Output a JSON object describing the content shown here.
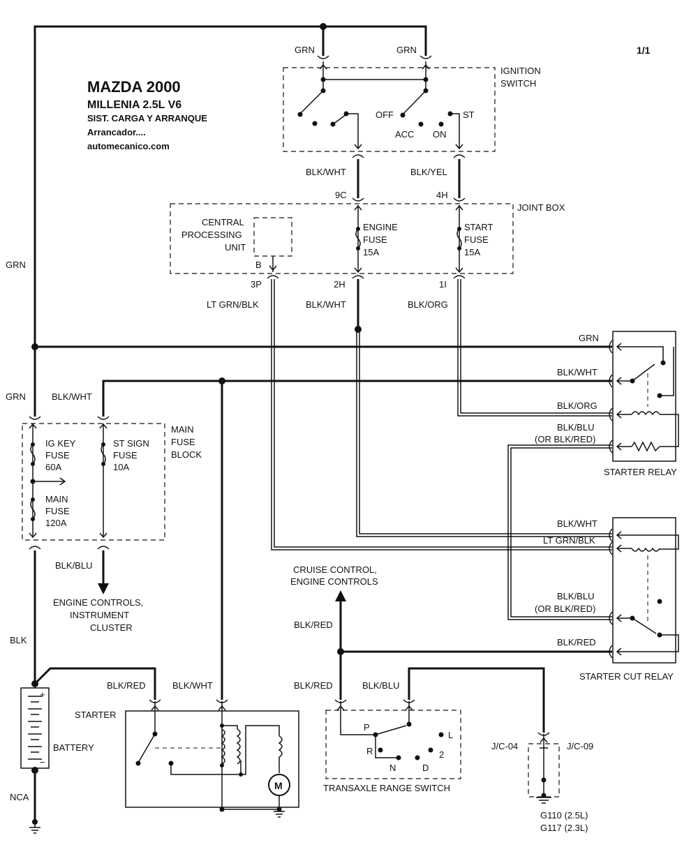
{
  "header": {
    "page": "1/1",
    "title": "MAZDA 2000",
    "model": "MILLENIA  2.5L  V6",
    "system": "SIST. CARGA Y ARRANQUE",
    "subtitle": "Arrancador....",
    "site": "automecanico.com"
  },
  "ignition_switch": {
    "name": "IGNITION",
    "name2": "SWITCH",
    "pos_off": "OFF",
    "pos_acc": "ACC",
    "pos_on": "ON",
    "pos_st": "ST",
    "wire_in_left": "GRN",
    "wire_in_right": "GRN",
    "wire_out_left": "BLK/WHT",
    "wire_out_right": "BLK/YEL"
  },
  "joint_box": {
    "name": "JOINT BOX",
    "cpu_l1": "CENTRAL",
    "cpu_l2": "PROCESSING",
    "cpu_l3": "UNIT",
    "cpu_pin": "B",
    "engine_fuse_l1": "ENGINE",
    "engine_fuse_l2": "FUSE",
    "engine_fuse_l3": "15A",
    "start_fuse_l1": "START",
    "start_fuse_l2": "FUSE",
    "start_fuse_l3": "15A",
    "pin_9c": "9C",
    "pin_4h": "4H",
    "pin_3p": "3P",
    "pin_2h": "2H",
    "pin_1i": "1I",
    "wire_3p": "LT GRN/BLK",
    "wire_2h": "BLK/WHT",
    "wire_1i": "BLK/ORG"
  },
  "main_fuse_block": {
    "name_l1": "MAIN",
    "name_l2": "FUSE",
    "name_l3": "BLOCK",
    "igkey_l1": "IG KEY",
    "igkey_l2": "FUSE",
    "igkey_l3": "60A",
    "main_l1": "MAIN",
    "main_l2": "FUSE",
    "main_l3": "120A",
    "stsign_l1": "ST SIGN",
    "stsign_l2": "FUSE",
    "stsign_l3": "10A",
    "wire_in_left": "GRN",
    "wire_in_right": "BLK/WHT",
    "wire_out": "BLK/BLU",
    "dest_l1": "ENGINE CONTROLS,",
    "dest_l2": "INSTRUMENT",
    "dest_l3": "CLUSTER"
  },
  "left_wiring": {
    "grn_upper": "GRN",
    "blk": "BLK",
    "nca": "NCA"
  },
  "starter_relay": {
    "name": "STARTER RELAY",
    "pin1": "GRN",
    "pin2": "BLK/WHT",
    "pin3": "BLK/ORG",
    "pin4_l1": "BLK/BLU",
    "pin4_l2": "(OR BLK/RED)"
  },
  "starter_cut_relay": {
    "name": "STARTER CUT RELAY",
    "pin1": "BLK/WHT",
    "pin2": "LT GRN/BLK",
    "pin3_l1": "BLK/BLU",
    "pin3_l2": "(OR BLK/RED)",
    "pin4": "BLK/RED"
  },
  "cruise": {
    "l1": "CRUISE CONTROL,",
    "l2": "ENGINE CONTROLS",
    "wire_up": "BLK/RED",
    "wire_down": "BLK/RED"
  },
  "battery": {
    "name": "BATTERY",
    "plus": "+",
    "minus": "−"
  },
  "starter": {
    "name": "STARTER",
    "wire_left": "BLK/RED",
    "wire_right": "BLK/WHT",
    "motor": "M"
  },
  "transaxle": {
    "name": "TRANSAXLE RANGE SWITCH",
    "wire_left": "BLK/RED",
    "wire_right": "BLK/BLU",
    "p": "P",
    "r": "R",
    "n": "N",
    "d": "D",
    "two": "2",
    "l": "L"
  },
  "ground": {
    "jc_left": "J/C-04",
    "jc_right": "J/C-09",
    "g1": "G110 (2.5L)",
    "g2": "G117 (2.3L)"
  }
}
